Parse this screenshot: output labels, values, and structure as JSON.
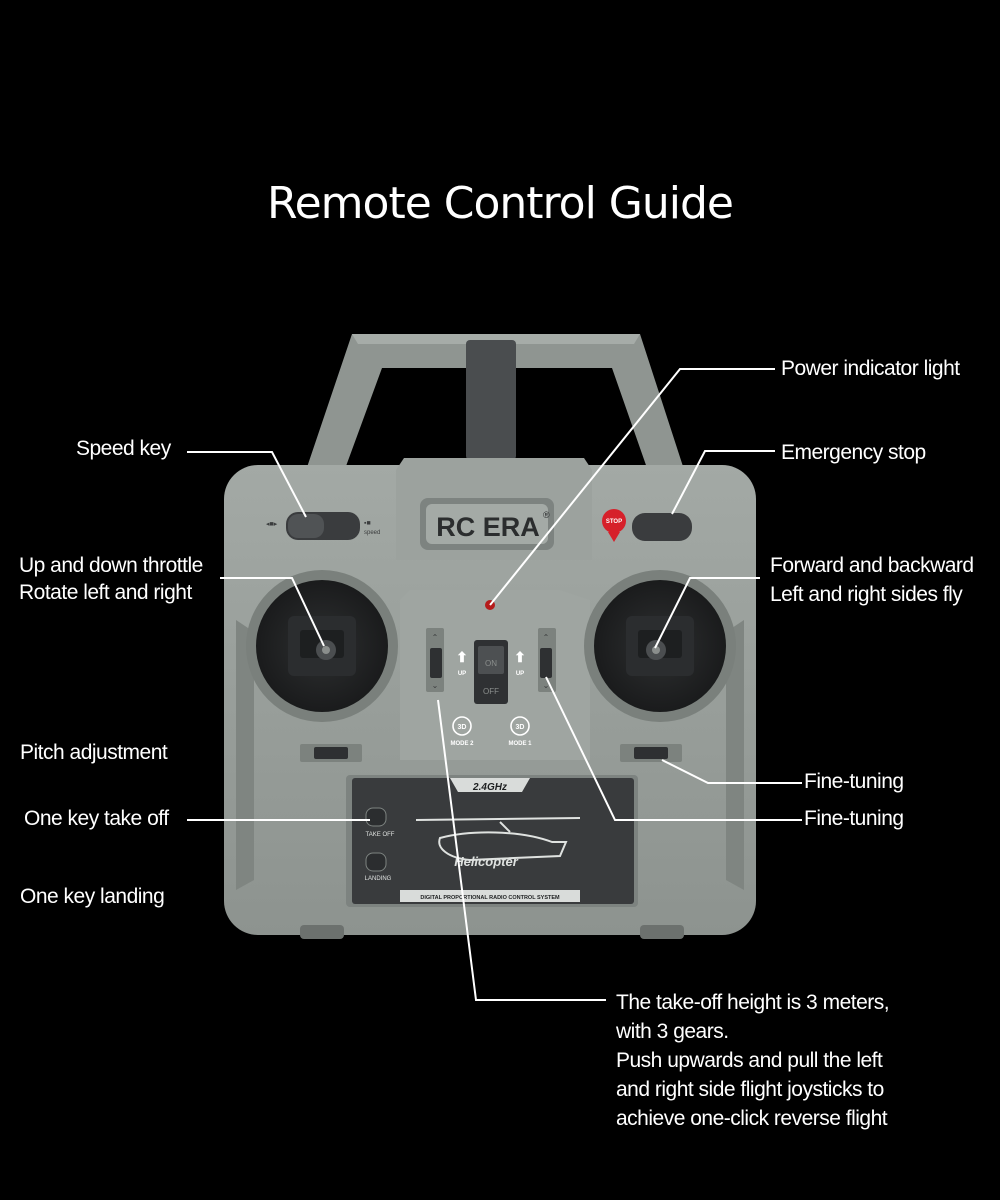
{
  "title": "Remote Control Guide",
  "brand": "RC ERA",
  "brand_mark": "®",
  "device": {
    "stop_badge": "STOP",
    "switch_on": "ON",
    "switch_off": "OFF",
    "up_left": "UP",
    "up_right": "UP",
    "mode_left": "MODE 2",
    "mode_right": "MODE 1",
    "three_d": "3D",
    "freq": "2.4GHz",
    "takeoff_btn": "TAKE OFF",
    "landing_btn": "LANDING",
    "model": "Helicopter",
    "system": "DIGITAL PROPORTIONAL RADIO CONTROL SYSTEM",
    "speed_small": "speed"
  },
  "labels": {
    "power_indicator": "Power indicator light",
    "speed_key": "Speed key",
    "emergency_stop": "Emergency stop",
    "throttle_1": "Up and down throttle",
    "throttle_2": "Rotate left and right",
    "forward_1": "Forward and backward",
    "forward_2": "Left and right sides fly",
    "pitch": "Pitch adjustment",
    "fine_tuning_1": "Fine-tuning",
    "fine_tuning_2": "Fine-tuning",
    "take_off": "One key take off",
    "landing": "One key  landing"
  },
  "description": [
    "The take-off height is 3 meters,",
    "with 3 gears.",
    "Push upwards and pull the left",
    "and right side flight joysticks to",
    "achieve one-click reverse flight"
  ],
  "colors": {
    "background": "#000000",
    "body": "#959b97",
    "panel": "#393b3d",
    "stop_red": "#d6202a"
  }
}
